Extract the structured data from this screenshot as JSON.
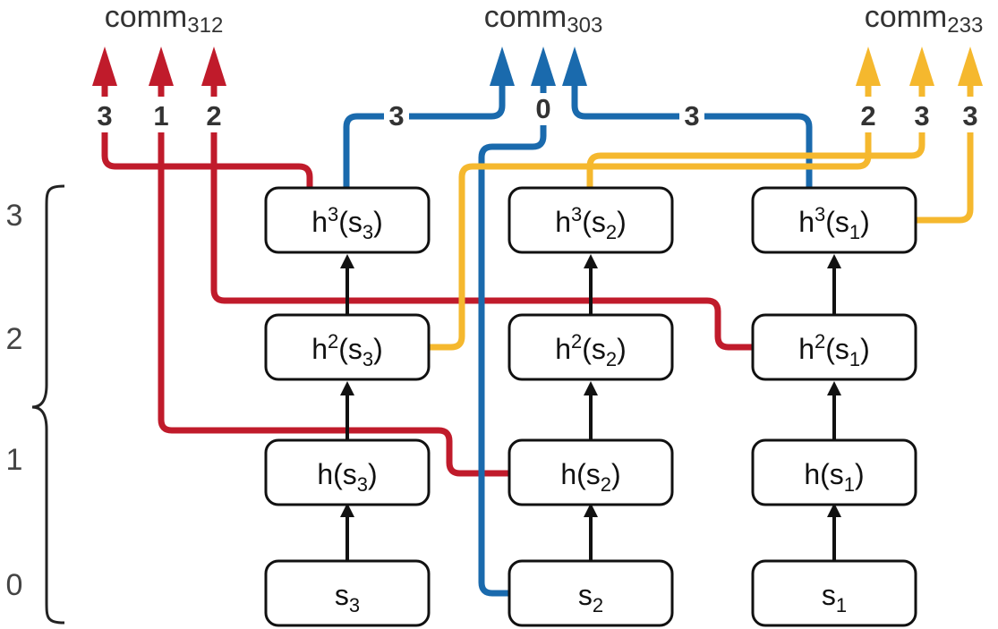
{
  "outputs": [
    {
      "id": "comm312",
      "main": "comm",
      "sub": "312",
      "color": "#c01b2b",
      "arrows": [
        {
          "value": "3"
        },
        {
          "value": "1"
        },
        {
          "value": "2"
        }
      ]
    },
    {
      "id": "comm303",
      "main": "comm",
      "sub": "303",
      "color": "#1a6aad",
      "arrows": [
        {
          "value": "3"
        },
        {
          "value": "0"
        },
        {
          "value": "3"
        }
      ]
    },
    {
      "id": "comm233",
      "main": "comm",
      "sub": "233",
      "color": "#f5b82e",
      "arrows": [
        {
          "value": "2"
        },
        {
          "value": "3"
        },
        {
          "value": "3"
        }
      ]
    }
  ],
  "levels": [
    "3",
    "2",
    "1",
    "0"
  ],
  "nodes": [
    {
      "id": "h3s3",
      "base": "h",
      "sup": "3",
      "arg": "s",
      "sub": "3"
    },
    {
      "id": "h3s2",
      "base": "h",
      "sup": "3",
      "arg": "s",
      "sub": "2"
    },
    {
      "id": "h3s1",
      "base": "h",
      "sup": "3",
      "arg": "s",
      "sub": "1"
    },
    {
      "id": "h2s3",
      "base": "h",
      "sup": "2",
      "arg": "s",
      "sub": "3"
    },
    {
      "id": "h2s2",
      "base": "h",
      "sup": "2",
      "arg": "s",
      "sub": "2"
    },
    {
      "id": "h2s1",
      "base": "h",
      "sup": "2",
      "arg": "s",
      "sub": "1"
    },
    {
      "id": "hs3",
      "base": "h",
      "sup": "",
      "arg": "s",
      "sub": "3"
    },
    {
      "id": "hs2",
      "base": "h",
      "sup": "",
      "arg": "s",
      "sub": "2"
    },
    {
      "id": "hs1",
      "base": "h",
      "sup": "",
      "arg": "s",
      "sub": "1"
    },
    {
      "id": "s3",
      "base": "",
      "sup": "",
      "arg": "s",
      "sub": "3"
    },
    {
      "id": "s2",
      "base": "",
      "sup": "",
      "arg": "s",
      "sub": "2"
    },
    {
      "id": "s1",
      "base": "",
      "sup": "",
      "arg": "s",
      "sub": "1"
    }
  ],
  "colors": {
    "red": "#c01b2b",
    "blue": "#1a6aad",
    "yellow": "#f5b82e",
    "node_stroke": "#111111",
    "text": "#333333"
  }
}
